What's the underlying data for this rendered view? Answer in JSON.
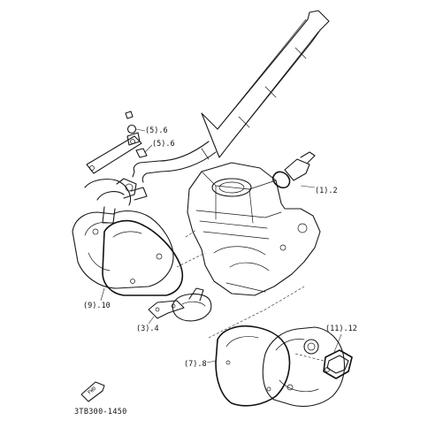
{
  "diagram": {
    "callouts": [
      {
        "id": "c1",
        "text": "(5).6"
      },
      {
        "id": "c2",
        "text": "(5).6"
      },
      {
        "id": "c3",
        "text": "(1).2"
      },
      {
        "id": "c4",
        "text": "(9).10"
      },
      {
        "id": "c5",
        "text": "(3).4"
      },
      {
        "id": "c6",
        "text": "(11).12"
      },
      {
        "id": "c7",
        "text": "(7).8"
      }
    ],
    "part_code": "3TB300-1450",
    "front_badge": "FWD"
  }
}
